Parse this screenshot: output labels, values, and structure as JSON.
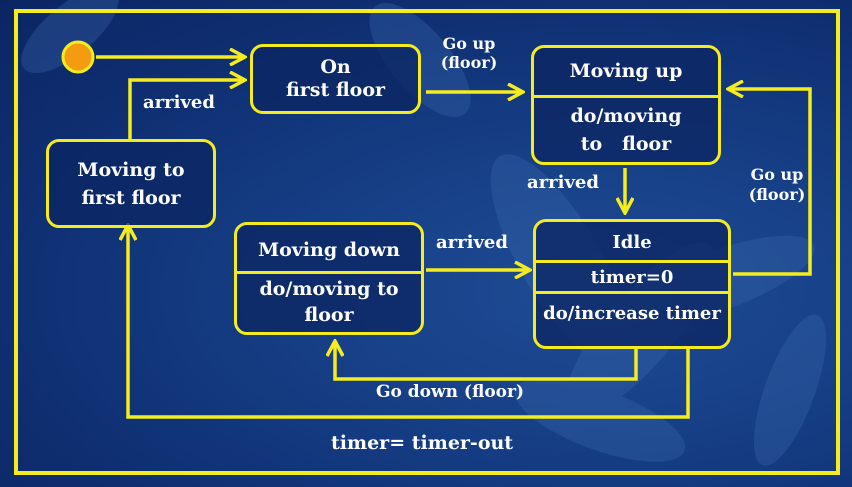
{
  "colors": {
    "background": "#0f2f72",
    "line": "#f5ec20",
    "text": "#ffffff",
    "initial_fill": "#f39c12",
    "initial_border": "#f5ec20"
  },
  "states": {
    "on_first_floor": {
      "name_line1": "On",
      "name_line2": "first floor"
    },
    "moving_up": {
      "name": "Moving up",
      "activity_line1": "do/moving",
      "activity_line2": "to   floor"
    },
    "moving_to_first_floor": {
      "name_line1": "Moving to",
      "name_line2": "first floor"
    },
    "moving_down": {
      "name": "Moving down",
      "activity_line1": "do/moving to",
      "activity_line2": "floor"
    },
    "idle": {
      "name": "Idle",
      "variable": "timer=0",
      "activity": "do/increase timer"
    }
  },
  "transitions": {
    "go_up_to_moving_up": {
      "line1": "Go up",
      "line2": "(floor)"
    },
    "moving_up_arrived": "arrived",
    "moving_to_first_arrived": "arrived",
    "moving_down_arrived": "arrived",
    "idle_go_up": {
      "line1": "Go up",
      "line2": "(floor)"
    },
    "idle_go_down": "Go down (floor)",
    "idle_timeout": "timer= timer-out"
  }
}
